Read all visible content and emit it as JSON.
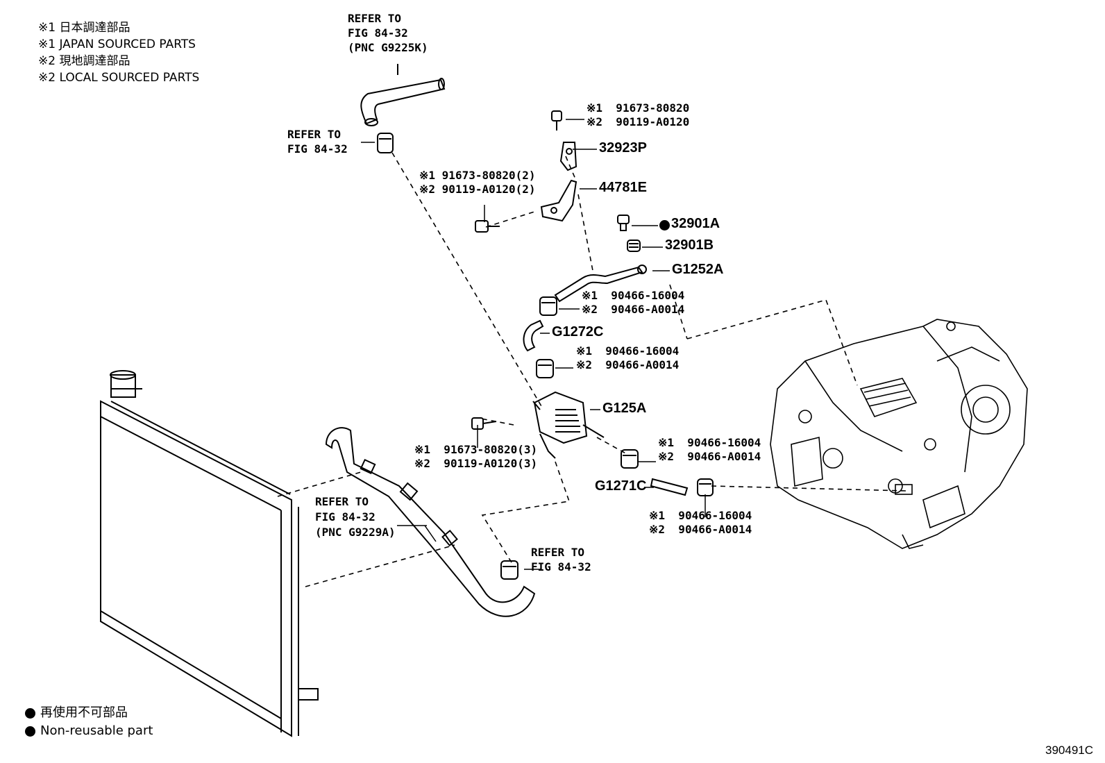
{
  "notes": {
    "jp1": "※1 日本調達部品",
    "en1": "※1 JAPAN SOURCED PARTS",
    "jp2": "※2 現地調達部品",
    "en2": "※2 LOCAL SOURCED PARTS"
  },
  "refs": {
    "top": [
      "REFER TO",
      "FIG 84-32",
      "(PNC G9225K)"
    ],
    "upper_left": [
      "REFER TO",
      "FIG 84-32"
    ],
    "middle_left": [
      "REFER TO",
      "FIG 84-32",
      "(PNC G9229A)"
    ],
    "bottom": [
      "REFER TO",
      "FIG 84-32"
    ]
  },
  "callouts": {
    "bolt_top": [
      "※1  91673-80820",
      "※2  90119-A0120"
    ],
    "bolt_bracket": [
      "※1 91673-80820(2)",
      "※2 90119-A0120(2)"
    ],
    "clamp_1": [
      "※1  90466-16004",
      "※2  90466-A0014"
    ],
    "clamp_2": [
      "※1  90466-16004",
      "※2  90466-A0014"
    ],
    "bolt_cooler": [
      "※1  91673-80820(3)",
      "※2  90119-A0120(3)"
    ],
    "clamp_3": [
      "※1  90466-16004",
      "※2  90466-A0014"
    ],
    "clamp_4": [
      "※1  90466-16004",
      "※2  90466-A0014"
    ]
  },
  "parts": {
    "p32923P": "32923P",
    "p44781E": "44781E",
    "p32901A": "32901A",
    "p32901B": "32901B",
    "pG1252A": "G1252A",
    "pG1272C": "G1272C",
    "pG125A": "G125A",
    "pG1271C": "G1271C"
  },
  "legend": {
    "jp": "再使用不可部品",
    "en": "Non-reusable part"
  },
  "figure_id": "390491C",
  "colors": {
    "line": "#000000",
    "background": "#ffffff"
  }
}
